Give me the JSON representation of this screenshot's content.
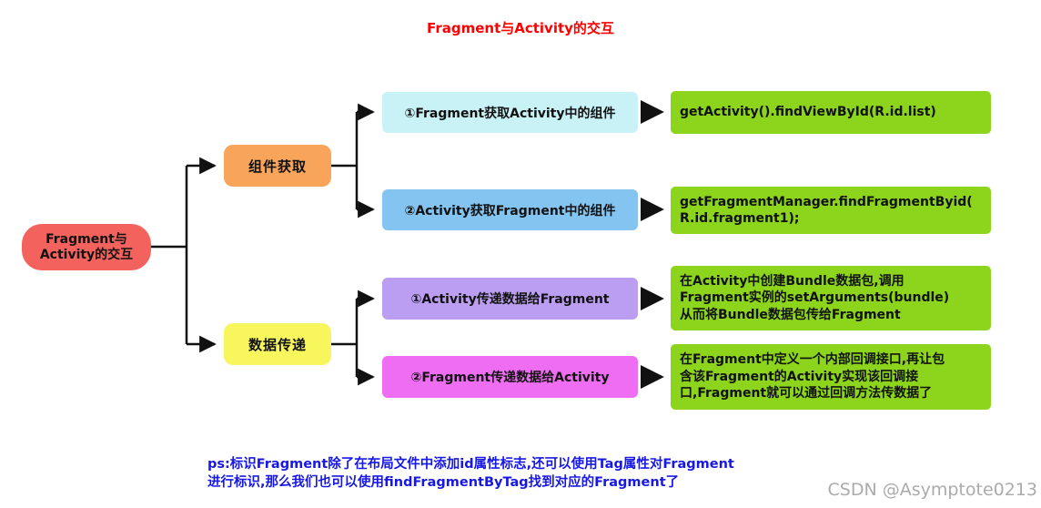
{
  "title": "Fragment与Activity的交互",
  "root": {
    "label": "Fragment与\nActivity的交互",
    "color": "#f4625e"
  },
  "branches": [
    {
      "label": "组件获取",
      "color": "#f8a55b"
    },
    {
      "label": "数据传递",
      "color": "#f7f65c"
    }
  ],
  "items": [
    {
      "label": "①Fragment获取Activity中的组件",
      "color": "#c9f2f7",
      "result": "getActivity().findViewById(R.id.list)",
      "result_color": "#8dd51c"
    },
    {
      "label": "②Activity获取Fragment中的组件",
      "color": "#83c4f0",
      "result": "getFragmentManager.findFragmentByid(\nR.id.fragment1);",
      "result_color": "#8dd51c"
    },
    {
      "label": "①Activity传递数据给Fragment",
      "color": "#bb9ef2",
      "result": "在Activity中创建Bundle数据包,调用\nFragment实例的setArguments(bundle)\n从而将Bundle数据包传给Fragment",
      "result_color": "#8dd51c"
    },
    {
      "label": "②Fragment传递数据给Activity",
      "color": "#ef6df2",
      "result": "在Fragment中定义一个内部回调接口,再让包\n含该Fragment的Activity实现该回调接\n口,Fragment就可以通过回调方法传数据了",
      "result_color": "#8dd51c"
    }
  ],
  "note": "ps:标识Fragment除了在布局文件中添加id属性标志,还可以使用Tag属性对Fragment\n进行标识,那么我们也可以使用findFragmentByTag找到对应的Fragment了",
  "watermark": "CSDN @Asymptote0213",
  "colors": {
    "title": "#ff0000",
    "note": "#1717e6",
    "connector": "#111111",
    "result_bg": "#8dd51c",
    "watermark": "#ababab",
    "background": "#ffffff"
  }
}
